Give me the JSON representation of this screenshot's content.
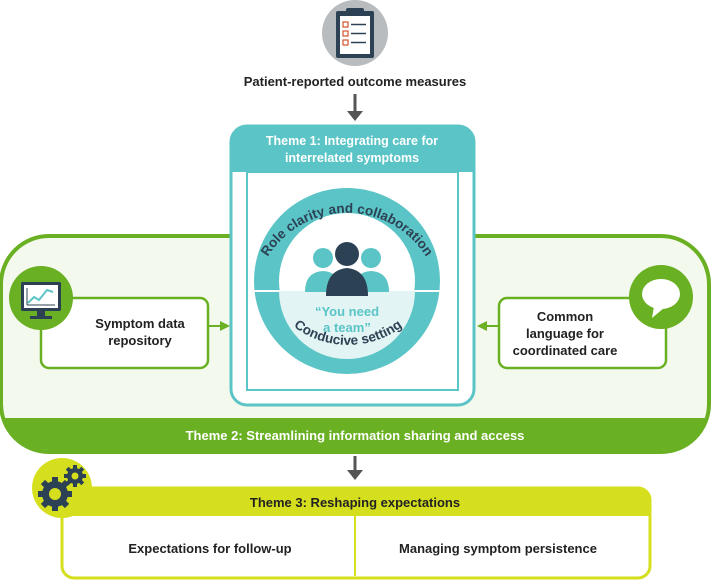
{
  "colors": {
    "teal": "#5bc4c6",
    "teal_light": "#dff2f2",
    "green": "#6ab023",
    "green_light": "#f4f9ee",
    "lime": "#d5df1e",
    "navy": "#2c4153",
    "arrow": "#555555"
  },
  "icons": [
    "clipboard-icon",
    "monitor-chart-icon",
    "speech-bubble-icon",
    "gears-icon",
    "team-people-icon"
  ],
  "top": {
    "label": "Patient-reported outcome measures"
  },
  "theme1": {
    "title_line1": "Theme 1: Integrating care for",
    "title_line2": "interrelated symptoms",
    "circle_top": "Role clarity and collaboration",
    "circle_bottom": "Conducive setting",
    "quote_line1": "“You need",
    "quote_line2": "a team”"
  },
  "theme2": {
    "title": "Theme 2: Streamlining information sharing and access",
    "left_line1": "Symptom data",
    "left_line2": "repository",
    "right_line1": "Common",
    "right_line2": "language for",
    "right_line3": "coordinated care"
  },
  "theme3": {
    "title": "Theme 3: Reshaping expectations",
    "left_item": "Expectations for follow-up",
    "right_item": "Managing symptom persistence"
  }
}
